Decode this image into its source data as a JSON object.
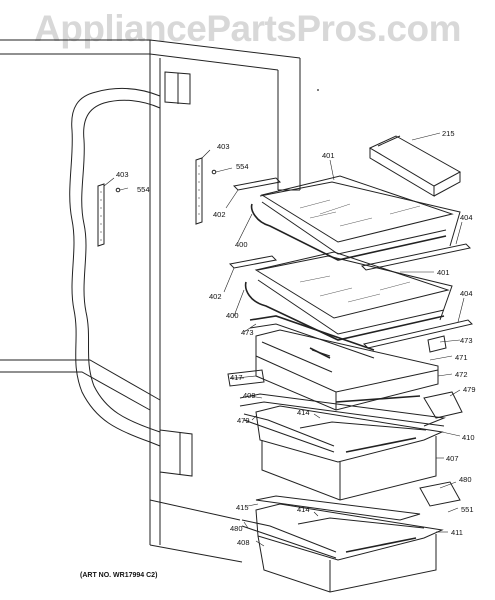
{
  "watermark": "AppliancePartsPros.com",
  "art_number": "(ART NO. WR17994 C2)",
  "labels": {
    "l215": "215",
    "l401a": "401",
    "l403a": "403",
    "l554a": "554",
    "l403b": "403",
    "l554b": "554",
    "l402a": "402",
    "l400a": "400",
    "l404a": "404",
    "l401b": "401",
    "l402b": "402",
    "l400b": "400",
    "l404b": "404",
    "l473a": "473",
    "l473b": "473",
    "l471": "471",
    "l417": "417",
    "l472": "472",
    "l409": "409",
    "l479a": "479",
    "l479b": "479",
    "l414a": "414",
    "l410": "410",
    "l407": "407",
    "l415": "415",
    "l480a": "480",
    "l480b": "480",
    "l414b": "414",
    "l551": "551",
    "l411": "411",
    "l408": "408"
  }
}
